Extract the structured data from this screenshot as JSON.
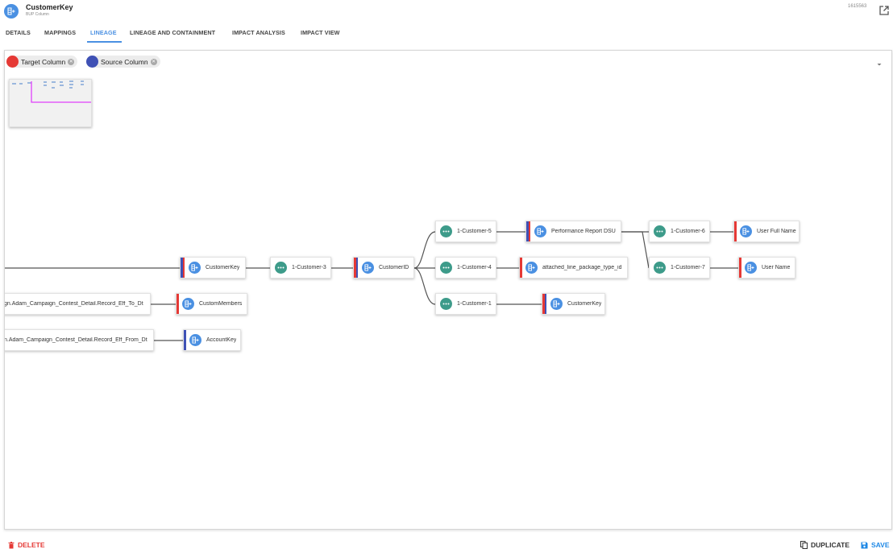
{
  "header": {
    "title": "CustomerKey",
    "subtitle": "BUP Column",
    "record_id": "1615563",
    "icon": "column-icon",
    "open_icon": "open-external-icon"
  },
  "tabs": [
    {
      "label": "DETAILS",
      "active": false
    },
    {
      "label": "MAPPINGS",
      "active": false
    },
    {
      "label": "LINEAGE",
      "active": true
    },
    {
      "label": "LINEAGE AND CONTAINMENT",
      "active": false
    },
    {
      "label": "IMPACT ANALYSIS",
      "active": false
    },
    {
      "label": "IMPACT VIEW",
      "active": false
    }
  ],
  "legend": [
    {
      "label": "Target Column",
      "color": "#e53935"
    },
    {
      "label": "Source Column",
      "color": "#3f51b5"
    }
  ],
  "graph": {
    "nodes": {
      "n_customerkey_main": {
        "label": "CustomerKey",
        "icon": "column-icon",
        "bars": [
          "#3f51b5",
          "#e53935"
        ]
      },
      "n_customer3": {
        "label": "1-Customer-3",
        "icon": "transform-icon",
        "bars": []
      },
      "n_customerid": {
        "label": "CustomerID",
        "icon": "column-icon",
        "bars": [
          "#e53935",
          "#3f51b5"
        ]
      },
      "n_customer5": {
        "label": "1-Customer-5",
        "icon": "transform-icon",
        "bars": []
      },
      "n_customer4": {
        "label": "1-Customer-4",
        "icon": "transform-icon",
        "bars": []
      },
      "n_customer1": {
        "label": "1-Customer-1",
        "icon": "transform-icon",
        "bars": []
      },
      "n_perf_report": {
        "label": "Performance Report DSU",
        "icon": "column-icon",
        "bars": [
          "#3f51b5",
          "#e53935"
        ]
      },
      "n_attached_line": {
        "label": "attached_line_package_type_id",
        "icon": "column-icon",
        "bars": [
          "#e53935"
        ]
      },
      "n_customerkey_2": {
        "label": "CustomerKey",
        "icon": "column-icon",
        "bars": [
          "#e53935",
          "#3f51b5"
        ]
      },
      "n_customer6": {
        "label": "1-Customer-6",
        "icon": "transform-icon",
        "bars": []
      },
      "n_customer7": {
        "label": "1-Customer-7",
        "icon": "transform-icon",
        "bars": []
      },
      "n_user_full_name": {
        "label": "User Full Name",
        "icon": "column-icon",
        "bars": [
          "#e53935"
        ]
      },
      "n_user_name": {
        "label": "User Name",
        "icon": "column-icon",
        "bars": [
          "#e53935"
        ]
      },
      "n_record_eff_to": {
        "label": "gn.Adam_Campaign_Contest_Detail.Record_Eff_To_Dt",
        "icon": "",
        "bars": []
      },
      "n_custommembers": {
        "label": "CustomMembers",
        "icon": "column-icon",
        "bars": [
          "#e53935"
        ]
      },
      "n_record_eff_from": {
        "label": "n.Adam_Campaign_Contest_Detail.Record_Eff_From_Dt",
        "icon": "",
        "bars": []
      },
      "n_accountkey": {
        "label": "AccountKey",
        "icon": "column-icon",
        "bars": [
          "#3f51b5"
        ]
      }
    }
  },
  "footer": {
    "delete_label": "DELETE",
    "duplicate_label": "DUPLICATE",
    "save_label": "SAVE",
    "delete_color": "#e53935",
    "save_color": "#1e88e5"
  }
}
